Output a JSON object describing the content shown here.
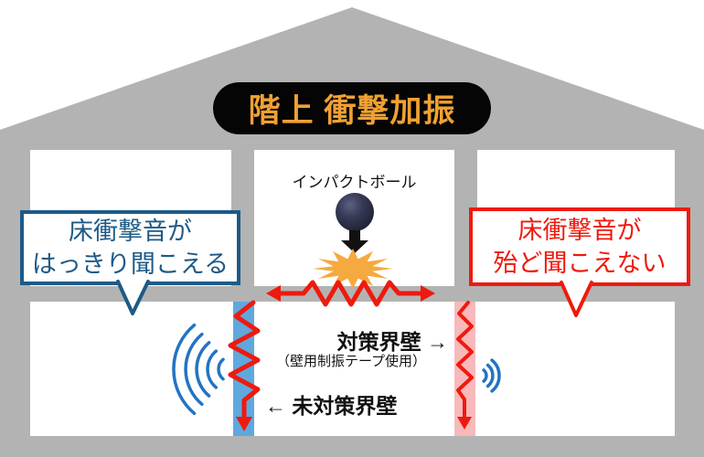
{
  "title": {
    "label": "階上 衝撃加振"
  },
  "impact": {
    "ball_label": "インパクトボール"
  },
  "bubbles": {
    "left": {
      "line1": "床衝撃音が",
      "line2": "はっきり聞こえる"
    },
    "right": {
      "line1": "床衝撃音が",
      "line2": "殆ど聞こえない"
    }
  },
  "walls": {
    "treated_label": "対策界壁 →",
    "treated_note": "（壁用制振テープ使用）",
    "untreated_label": "← 未対策界壁"
  },
  "icons": {
    "impact_ball": "impact-ball",
    "down_arrow": "down-arrow-icon",
    "impact_burst": "impact-burst-icon",
    "floor_vibration": "floor-vibration-zigzag",
    "untreated_wall_vibration": "untreated-wall-vibration-zigzag",
    "treated_wall_vibration": "treated-wall-vibration-zigzag",
    "loud_sound_waves": "sound-waves-large-icon",
    "faint_sound_waves": "sound-waves-small-icon"
  },
  "colors": {
    "house_gray": "#b3b3b3",
    "title_bg": "#050505",
    "title_text": "#f0a132",
    "accent_red": "#ee1a0e",
    "accent_blue": "#1d5a87",
    "wall_blue": "#5fa8de",
    "wall_pink": "#f8b9ba",
    "burst_orange": "#f5a93f",
    "wave_blue": "#2273c4",
    "ball_navy": "#23253a"
  }
}
